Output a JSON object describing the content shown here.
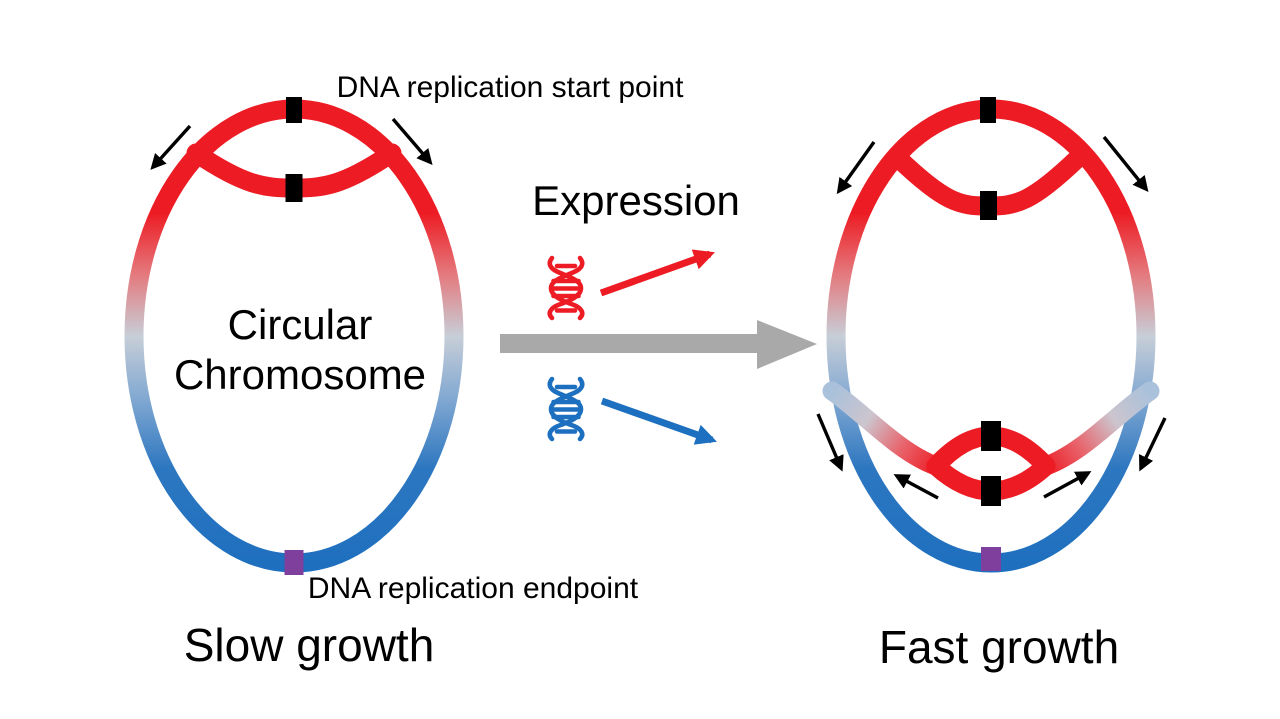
{
  "background_color": "#ffffff",
  "colors": {
    "red": "#ed1c24",
    "blue": "#1d6fbf",
    "purple": "#7e3f9d",
    "gray_arrow": "#a9a9a9",
    "black": "#000000",
    "gradient_mid": "#c7ced7"
  },
  "labels": {
    "replication_start": "DNA replication start point",
    "replication_end": "DNA replication endpoint",
    "chromosome_line1": "Circular",
    "chromosome_line2": "Chromosome",
    "left_caption": "Slow growth",
    "right_caption": "Fast growth",
    "expression_title": "Expression"
  },
  "icons": {
    "dna_red": "dna-helix-icon",
    "dna_blue": "dna-helix-icon",
    "transition": "thick-right-arrow-icon",
    "fork_direction": "thin-black-arrow-icon"
  },
  "diagram": {
    "left_oval": {
      "replication_bubbles": 1,
      "origin_marker_color": "black",
      "terminus_marker_color": "purple"
    },
    "right_oval": {
      "replication_bubbles": 2,
      "origin_marker_color": "black",
      "terminus_marker_color": "purple"
    }
  }
}
